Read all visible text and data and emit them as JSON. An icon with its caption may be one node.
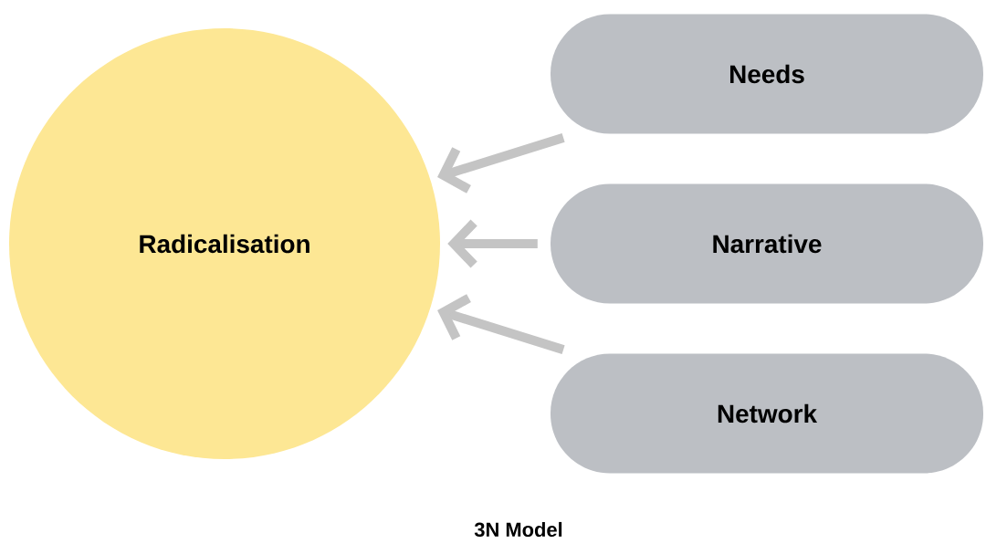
{
  "diagram": {
    "caption": "3N Model",
    "nodes": [
      {
        "text": [
          "Radicalisation"
        ]
      },
      {
        "text": [
          "Needs"
        ]
      },
      {
        "text": [
          "Narrative"
        ]
      },
      {
        "text": [
          "Network"
        ]
      }
    ],
    "edges": [
      {
        "from": 1,
        "to": 0,
        "arrow": "to"
      },
      {
        "from": 2,
        "to": 0,
        "arrow": "to"
      },
      {
        "from": 3,
        "to": 0,
        "arrow": "to"
      }
    ]
  }
}
